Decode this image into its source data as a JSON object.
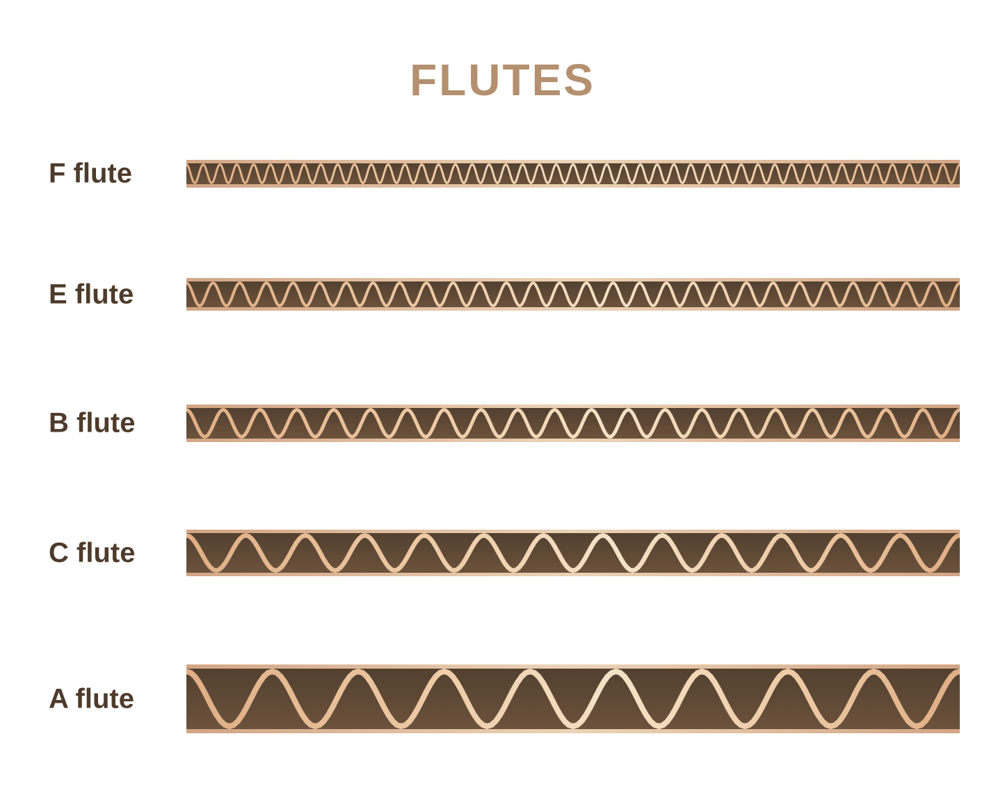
{
  "title": "FLUTES",
  "colors": {
    "title": "#b3906f",
    "label": "#4d3b2b",
    "core_top": "#53402f",
    "core_bottom": "#6b523c",
    "wave_edge": "#dfae85",
    "wave_mid": "#ecc9a4",
    "wave_highlight": "#f5e2c8",
    "liner_edge": "#d2a585",
    "liner_mid": "#ecd3b6"
  },
  "flutes": [
    {
      "id": "F",
      "label": "F flute",
      "cycles": 46,
      "strip_height": 40,
      "stroke_width": 3
    },
    {
      "id": "E",
      "label": "E flute",
      "cycles": 29,
      "strip_height": 47,
      "stroke_width": 4
    },
    {
      "id": "B",
      "label": "B flute",
      "cycles": 21,
      "strip_height": 54,
      "stroke_width": 5
    },
    {
      "id": "C",
      "label": "C flute",
      "cycles": 13,
      "strip_height": 67,
      "stroke_width": 6.5
    },
    {
      "id": "A",
      "label": "A flute",
      "cycles": 9,
      "strip_height": 99,
      "stroke_width": 8
    }
  ]
}
